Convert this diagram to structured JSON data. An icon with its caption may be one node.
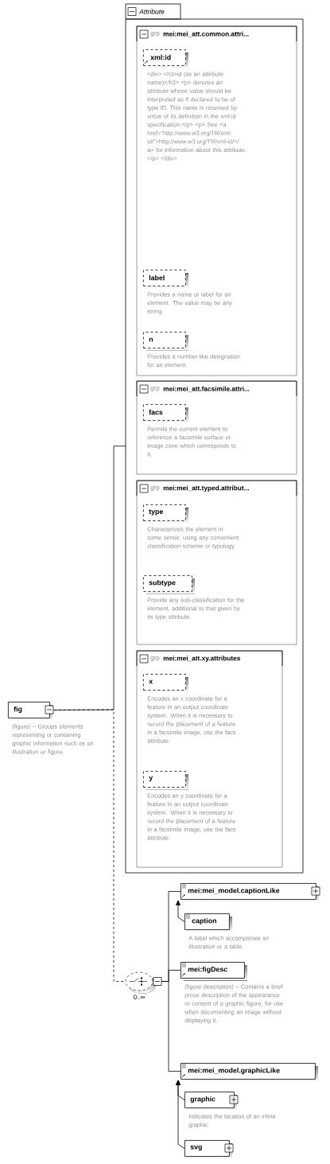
{
  "diagram": {
    "nodes": [
      {
        "text": [
          "Attribute"
        ]
      },
      {
        "text": [
          "grp",
          "mei:mei_att.common.attri..."
        ],
        "in": 0
      },
      {
        "text": [
          "xml:id"
        ],
        "in": 1,
        "beside": [
          "<div> <h3>id (as an attribute name)</h3> <p> denotes an attribute whose value should be interpreted as if declared to be of type ID. This name is reserved by virtue of its definition in the xml:id specification.</p> <p> See <a href=\"http://www.w3.org/TR/xml-id/\">http://www.w3.org/TR/xml-id/</a> for information about this attribute. </p> </div>"
        ]
      },
      {
        "text": [
          "label"
        ],
        "in": 1,
        "beside": [
          "Provides a name or label for an element. The value may be any string."
        ]
      },
      {
        "text": [
          "n"
        ],
        "in": 1,
        "beside": [
          "Provides a number-like designation for an element."
        ]
      },
      {
        "text": [
          "grp",
          "mei:mei_att.facsimile.attri..."
        ],
        "in": 0
      },
      {
        "text": [
          "facs"
        ],
        "in": 5,
        "beside": [
          "Permits the current element to reference a facsimile surface or image zone which corresponds to it."
        ]
      },
      {
        "text": [
          "grp",
          "mei:mei_att.typed.attribut..."
        ],
        "in": 0
      },
      {
        "text": [
          "type"
        ],
        "in": 7,
        "beside": [
          "Characterizes the element in some sense, using any convenient classification scheme or typology."
        ]
      },
      {
        "text": [
          "subtype"
        ],
        "in": 7,
        "beside": [
          "Provide any sub-classification for the element, additional to that given by its type attribute."
        ]
      },
      {
        "text": [
          "grp",
          "mei:mei_att.xy.attributes"
        ],
        "in": 0
      },
      {
        "text": [
          "x"
        ],
        "in": 10,
        "beside": [
          "Encodes an x coordinate for a feature in an output coordinate system. When it is necessary to record the placement of a feature in a facsimile image, use the facs attribute."
        ]
      },
      {
        "text": [
          "y"
        ],
        "in": 10,
        "beside": [
          "Encodes an y coordinate for a feature in an output coordinate system. When it is necessary to record the placement of a feature in a facsimile image, use the facs attribute."
        ]
      },
      {
        "text": [
          "fig"
        ],
        "beside": [
          "(figure) – Groups elements representing or containing graphic information such as an illustration or figure."
        ]
      },
      {
        "text": [],
        "shape": "ellipse",
        "beside": [
          "0..∞"
        ]
      },
      {
        "text": [
          "mei:mei_model.captionLike"
        ]
      },
      {
        "text": [
          "caption"
        ],
        "beside": [
          "A label which accompanies an illustration or a table."
        ]
      },
      {
        "text": [
          "mei:figDesc"
        ],
        "beside": [
          "(figure description) – Contains a brief prose description of the appearance or content of a graphic figure, for use when documenting an image without displaying it."
        ]
      },
      {
        "text": [
          "mei:mei_model.graphicLike"
        ]
      },
      {
        "text": [
          "graphic"
        ],
        "beside": [
          "Indicates the location of an inline graphic."
        ]
      },
      {
        "text": [
          "svg"
        ]
      }
    ],
    "edges": [
      {
        "from": 13,
        "to": 0,
        "arrow": "none"
      },
      {
        "from": 13,
        "to": 14,
        "arrow": "none",
        "style": "dashed"
      },
      {
        "from": 14,
        "to": 15,
        "arrow": "none"
      },
      {
        "from": 14,
        "to": 17,
        "arrow": "none"
      },
      {
        "from": 14,
        "to": 18,
        "arrow": "none"
      },
      {
        "from": 16,
        "to": 15,
        "arrow": "to"
      },
      {
        "from": 19,
        "to": 18,
        "arrow": "to"
      },
      {
        "from": 20,
        "to": 18,
        "arrow": "to"
      }
    ]
  }
}
